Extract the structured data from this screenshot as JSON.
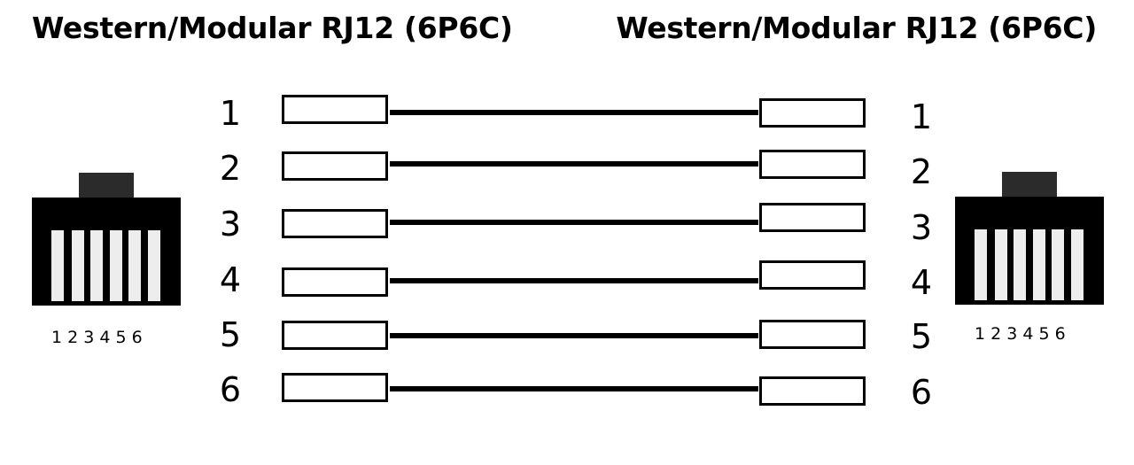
{
  "titles": {
    "left": "Western/Modular RJ12 (6P6C)",
    "right": "Western/Modular RJ12 (6P6C)"
  },
  "pins": [
    {
      "number": "1"
    },
    {
      "number": "2"
    },
    {
      "number": "3"
    },
    {
      "number": "4"
    },
    {
      "number": "5"
    },
    {
      "number": "6"
    }
  ],
  "connector_labels": {
    "left": "1 2 3 4 5 6",
    "right": "1 2 3 4 5 6"
  },
  "colors": {
    "wire": "#000000",
    "connector_body": "#000000",
    "connector_tab": "#2b2b2b",
    "contact": "#ededed"
  }
}
